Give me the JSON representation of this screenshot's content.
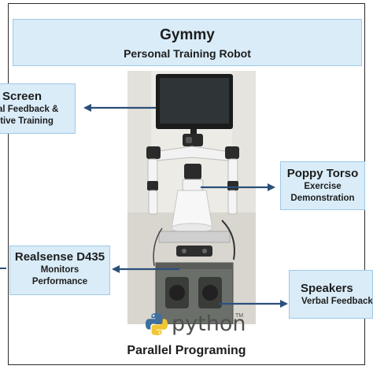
{
  "title": {
    "main": "Gymmy",
    "subtitle": "Personal Training Robot"
  },
  "components": {
    "screen": {
      "heading": "Screen",
      "lines": [
        "al Feedback &",
        "itive Training"
      ]
    },
    "torso": {
      "heading": "Poppy Torso",
      "lines": [
        "Exercise",
        "Demonstration"
      ]
    },
    "realsense": {
      "heading": "Realsense D435",
      "lines": [
        "Monitors",
        "Performance"
      ]
    },
    "speakers": {
      "heading": "Speakers",
      "lines": [
        "Verbal Feedback"
      ]
    }
  },
  "footer": {
    "logo_word": "python",
    "logo_mark": "TM",
    "caption": "Parallel Programing"
  },
  "colors": {
    "box_fill": "#d9ecf8",
    "box_border": "#9fc9e6",
    "arrow": "#2b4f7a"
  }
}
